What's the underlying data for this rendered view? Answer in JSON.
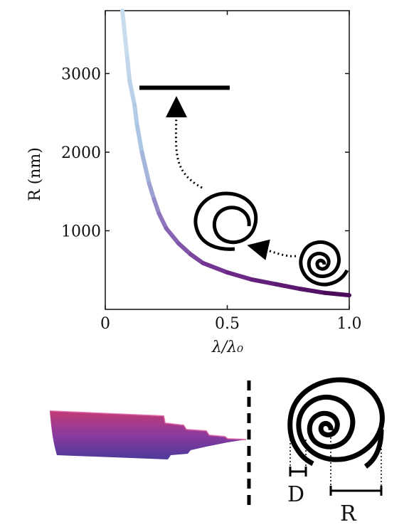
{
  "chart_data": {
    "type": "line",
    "xlabel": "λ/λ₀",
    "ylabel": "R (nm)",
    "xlim": [
      0,
      1.0
    ],
    "ylim": [
      0,
      3800
    ],
    "x_ticks": [
      0,
      0.5,
      1.0
    ],
    "x_tick_labels": [
      "0",
      "0.5",
      "1.0"
    ],
    "y_ticks": [
      1000,
      2000,
      3000
    ],
    "y_tick_labels": [
      "1000",
      "2000",
      "3000"
    ],
    "grid": false,
    "legend": "none",
    "series": [
      {
        "x": [
          0.07,
          0.09,
          0.1,
          0.12,
          0.13,
          0.15,
          0.18,
          0.2,
          0.22,
          0.25,
          0.3,
          0.35,
          0.4,
          0.5,
          0.6,
          0.7,
          0.8,
          0.9,
          1.0
        ],
        "y": [
          3800,
          3200,
          2900,
          2600,
          2350,
          2000,
          1600,
          1400,
          1220,
          1030,
          840,
          700,
          590,
          470,
          380,
          320,
          260,
          210,
          180
        ],
        "color_gradient": [
          "#c9dcee",
          "#a9c4e3",
          "#8a6bb8",
          "#6f2a8a",
          "#4b0a5a"
        ]
      }
    ],
    "annotations": {
      "straight_line_symbol": {
        "x": [
          0.14,
          0.51
        ],
        "y": 2820
      },
      "spiral_icons": [
        "small-spiral",
        "large-spiral"
      ],
      "arrows": [
        "spiral-to-spiral",
        "spiral-to-line"
      ]
    }
  },
  "bottom_panel": {
    "label_D": "D",
    "label_R": "R",
    "colors": {
      "shape_top": "#b0357a",
      "shape_bottom": "#5a3a9a",
      "spiral": "#111111"
    }
  }
}
